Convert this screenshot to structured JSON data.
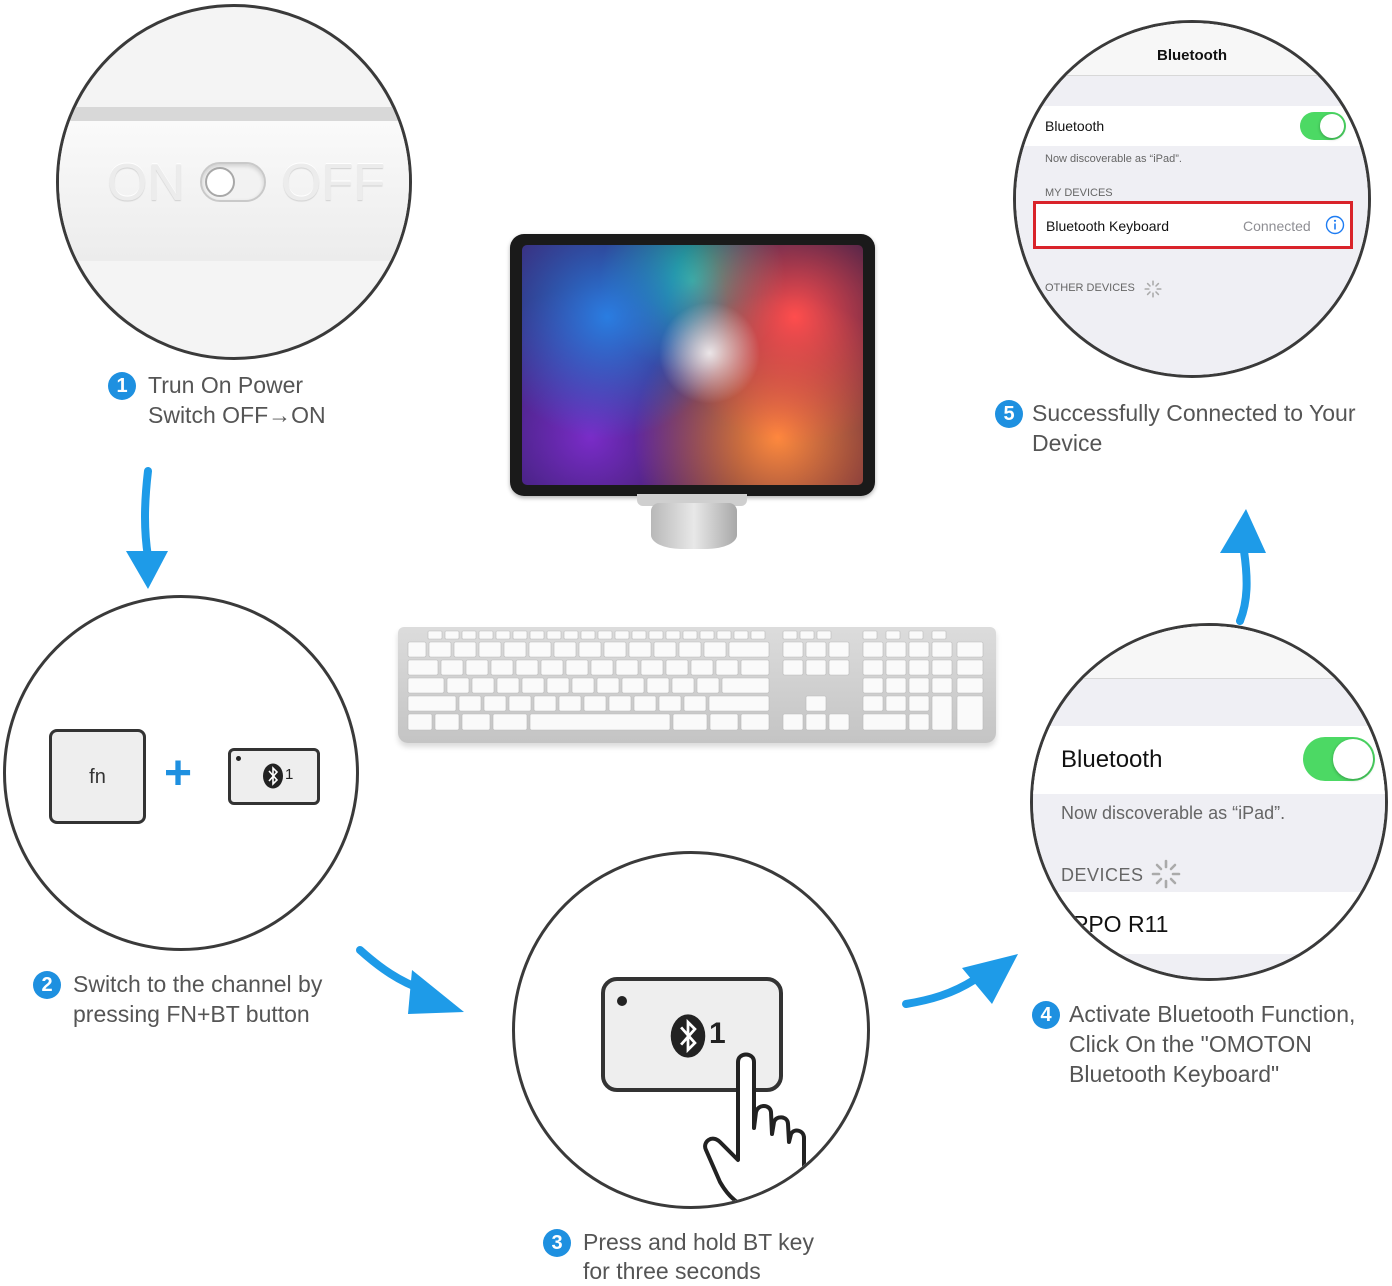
{
  "colors": {
    "accent": "#1e90e0",
    "toggle_on": "#4cd964",
    "highlight": "#d9232a"
  },
  "step1": {
    "number": "1",
    "line1": "Trun On Power",
    "line2": "Switch OFF→ON",
    "switch_on": "ON",
    "switch_off": "OFF"
  },
  "step2": {
    "number": "2",
    "line1": "Switch to the channel by",
    "line2": "pressing FN+BT button",
    "fn_key": "fn",
    "plus": "+",
    "bt_channel": "1"
  },
  "step3": {
    "number": "3",
    "line1": "Press and hold BT key",
    "line2": "for three seconds",
    "bt_channel": "1"
  },
  "step4": {
    "number": "4",
    "line1": "Activate Bluetooth Function,",
    "line2": "Click On the \"OMOTON",
    "line3": "Bluetooth Keyboard\"",
    "screen": {
      "bluetooth_label": "Bluetooth",
      "discoverable": "Now discoverable as “iPad”.",
      "devices_header": "DEVICES",
      "device_name": "PPO R11"
    }
  },
  "step5": {
    "number": "5",
    "line1": "Successfully Connected to Your",
    "line2": "Device",
    "screen": {
      "nav_title": "Bluetooth",
      "bluetooth_label": "Bluetooth",
      "discoverable": "Now discoverable as “iPad”.",
      "my_devices_header": "MY DEVICES",
      "device_name": "Bluetooth Keyboard",
      "device_status": "Connected",
      "other_devices_header": "OTHER DEVICES"
    }
  },
  "icons": [
    "bluetooth-icon",
    "info-icon",
    "spinner-icon",
    "hand-pointer-icon",
    "arrow-icon"
  ]
}
